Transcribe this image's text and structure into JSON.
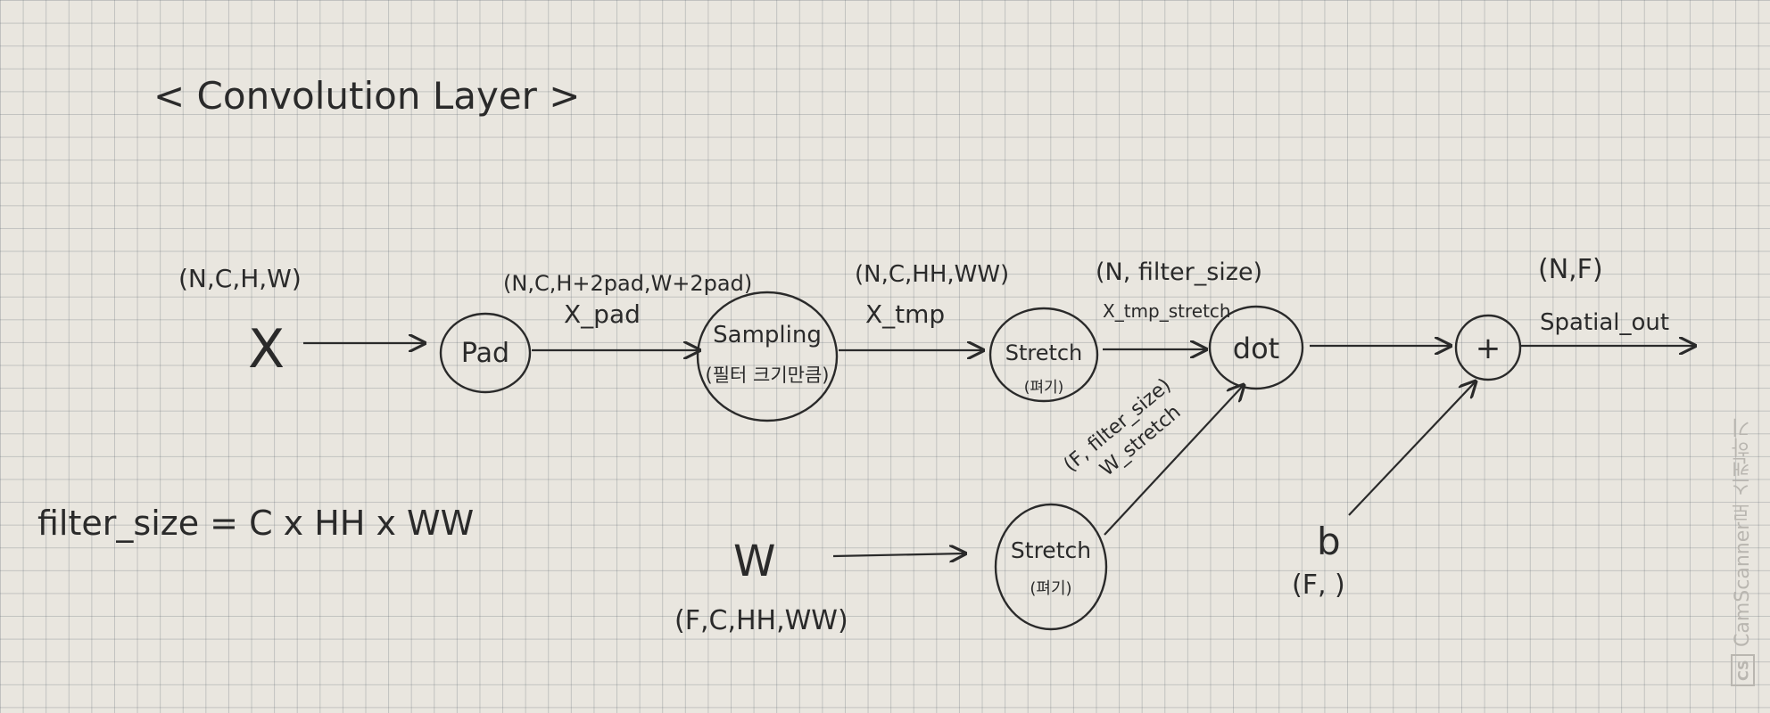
{
  "title": "< Convolution Layer >",
  "nodes": {
    "pad": {
      "label": "Pad"
    },
    "sampling": {
      "label": "Sampling",
      "sublabel": "(필터 크기만큼)"
    },
    "stretch_x": {
      "label": "Stretch",
      "sublabel": "(펴기)"
    },
    "stretch_w": {
      "label": "Stretch",
      "sublabel": "(펴기)"
    },
    "dot": {
      "label": "dot"
    },
    "plus": {
      "label": "+"
    }
  },
  "inputs": {
    "x": {
      "symbol": "X",
      "shape": "(N,C,H,W)"
    },
    "w": {
      "symbol": "W",
      "shape": "(F,C,HH,WW)"
    },
    "b": {
      "symbol": "b",
      "shape": "(F, )"
    }
  },
  "edge_labels": {
    "x_pad_shape": "(N,C,H+2pad,W+2pad)",
    "x_pad_name": "X_pad",
    "x_tmp_shape": "(N,C,HH,WW)",
    "x_tmp_name": "X_tmp",
    "x_tmp_stretch_shape": "(N, filter_size)",
    "x_tmp_stretch_name": "X_tmp_stretch",
    "w_stretch_shape": "(F, filter_size)",
    "w_stretch_name": "W_stretch",
    "out_shape": "(N,F)",
    "out_name": "Spatial_out"
  },
  "formula": "filter_size = C x HH x WW",
  "watermark": {
    "text": "CamScanner로 스캔하기",
    "logo": "CS"
  },
  "colors": {
    "ink": "#2a2a2a",
    "paper": "#e9e6df",
    "grid": "#5a646e"
  }
}
